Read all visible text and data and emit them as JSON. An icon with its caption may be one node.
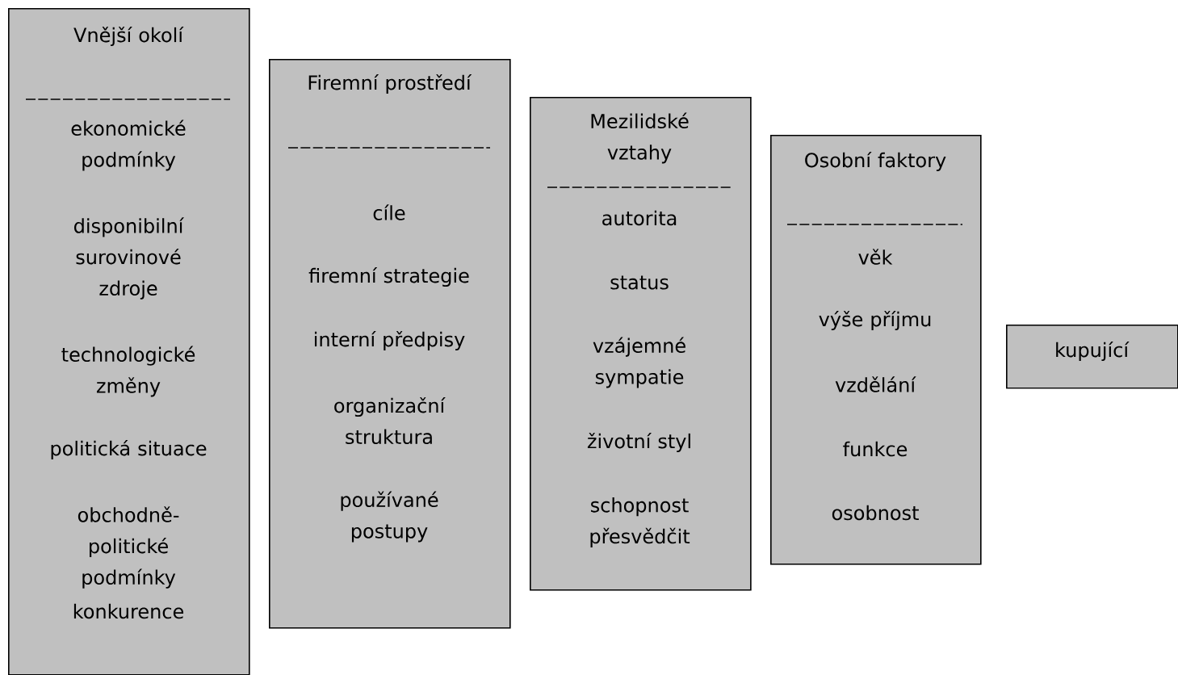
{
  "diagram": {
    "nodes": [
      {
        "text": [
          "Vnější okolí",
          "ekonomické podmínky",
          "disponibilní surovinové zdroje",
          "technologické změny",
          "politická situace",
          "obchodně-politické podmínky",
          "konkurence"
        ]
      },
      {
        "text": [
          "Firemní prostředí",
          "cíle",
          "firemní strategie",
          "interní předpisy",
          "organizační struktura",
          "používané postupy"
        ]
      },
      {
        "text": [
          "Mezilidské vztahy",
          "autorita",
          "status",
          "vzájemné sympatie",
          "životní styl",
          "schopnost přesvědčit"
        ]
      },
      {
        "text": [
          "Osobní faktory",
          "věk",
          "výše příjmu",
          "vzdělání",
          "funkce",
          "osobnost"
        ]
      },
      {
        "text": [
          "kupující"
        ]
      }
    ]
  }
}
